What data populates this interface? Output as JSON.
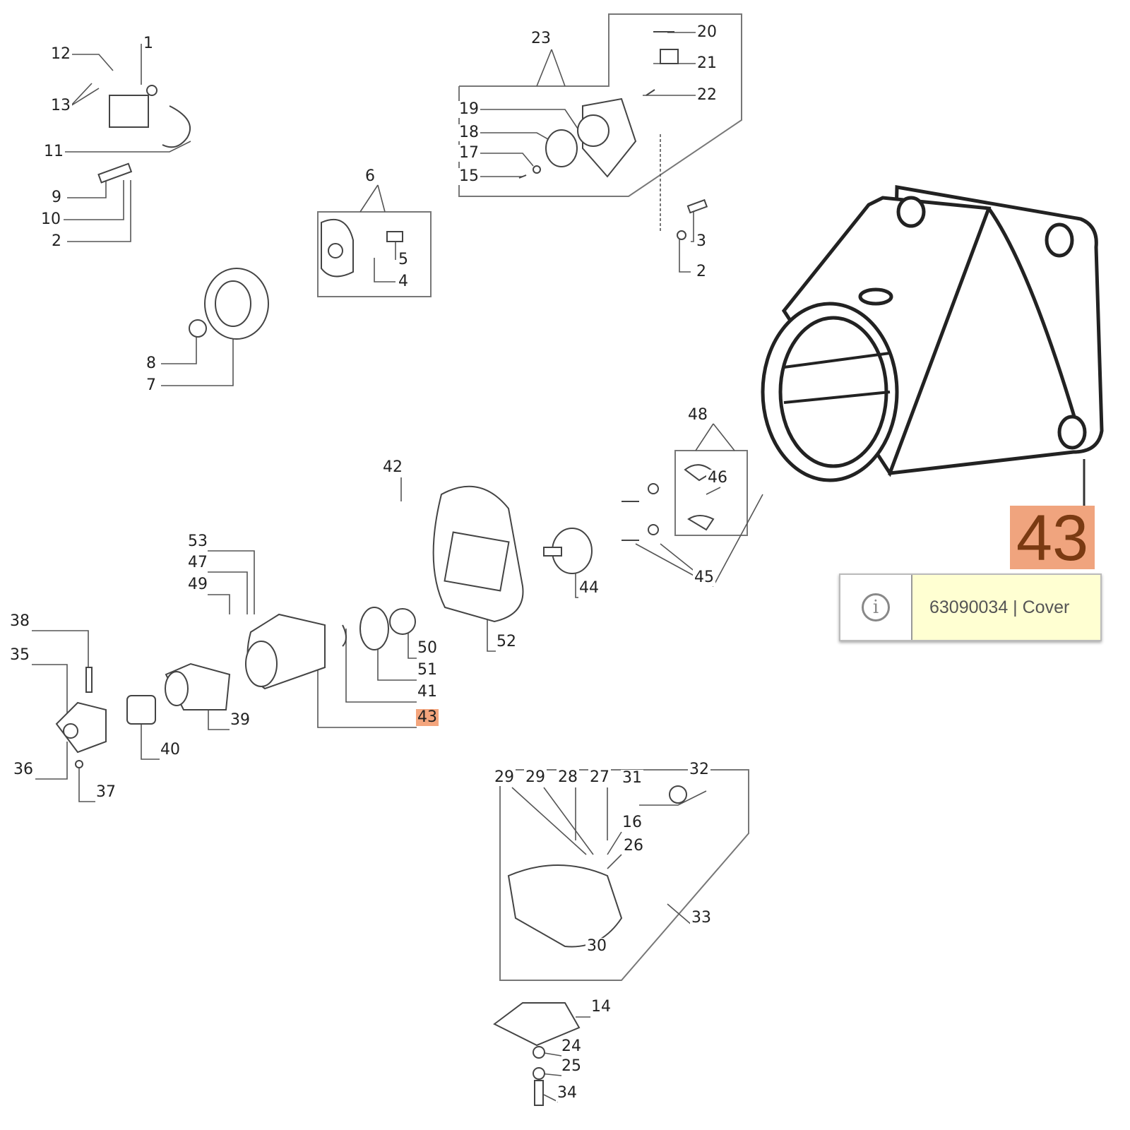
{
  "diagram": {
    "labels": [
      "1",
      "12",
      "13",
      "11",
      "9",
      "10",
      "2",
      "6",
      "5",
      "4",
      "8",
      "7",
      "23",
      "20",
      "21",
      "19",
      "22",
      "18",
      "17",
      "15",
      "3",
      "2",
      "48",
      "46",
      "42",
      "53",
      "47",
      "49",
      "44",
      "45",
      "52",
      "50",
      "51",
      "41",
      "43",
      "38",
      "35",
      "39",
      "40",
      "36",
      "37",
      "29",
      "29",
      "28",
      "27",
      "31",
      "32",
      "16",
      "26",
      "33",
      "30",
      "14",
      "24",
      "25",
      "34"
    ],
    "selected_part": "43",
    "highlight_color": "#f4a57d"
  },
  "popup": {
    "icon": "info-icon",
    "text": "63090034 | Cover"
  }
}
